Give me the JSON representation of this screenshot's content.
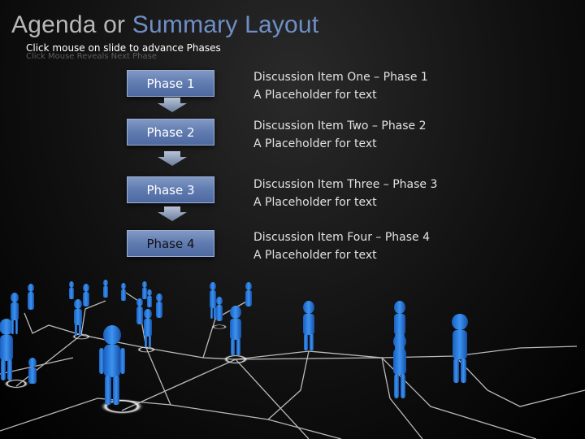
{
  "slide": {
    "title_part1": "Agenda or",
    "title_part2": "Summary Layout",
    "instruction": "Click mouse on slide to advance Phases",
    "instruction_shadow": "Click Mouse Reveals Next Phase"
  },
  "phases": [
    {
      "label": "Phase 1"
    },
    {
      "label": "Phase 2"
    },
    {
      "label": "Phase 3"
    },
    {
      "label": "Phase 4"
    }
  ],
  "items": [
    {
      "title": "Discussion Item One – Phase 1",
      "body": "A Placeholder for text"
    },
    {
      "title": "Discussion Item Two – Phase 2",
      "body": "A Placeholder for text"
    },
    {
      "title": "Discussion Item Three – Phase 3",
      "body": "A Placeholder for text"
    },
    {
      "title": "Discussion Item Four – Phase 4",
      "body": "A Placeholder for text"
    }
  ],
  "colors": {
    "background": "#111111",
    "title": "#b8b8b8",
    "title_accent": "#6f8fc7",
    "phase_button": "#5f7bb0",
    "figure": "#2f7fe0",
    "network_line": "#d8d8d8"
  },
  "illustration": {
    "name": "people-network-illustration"
  }
}
